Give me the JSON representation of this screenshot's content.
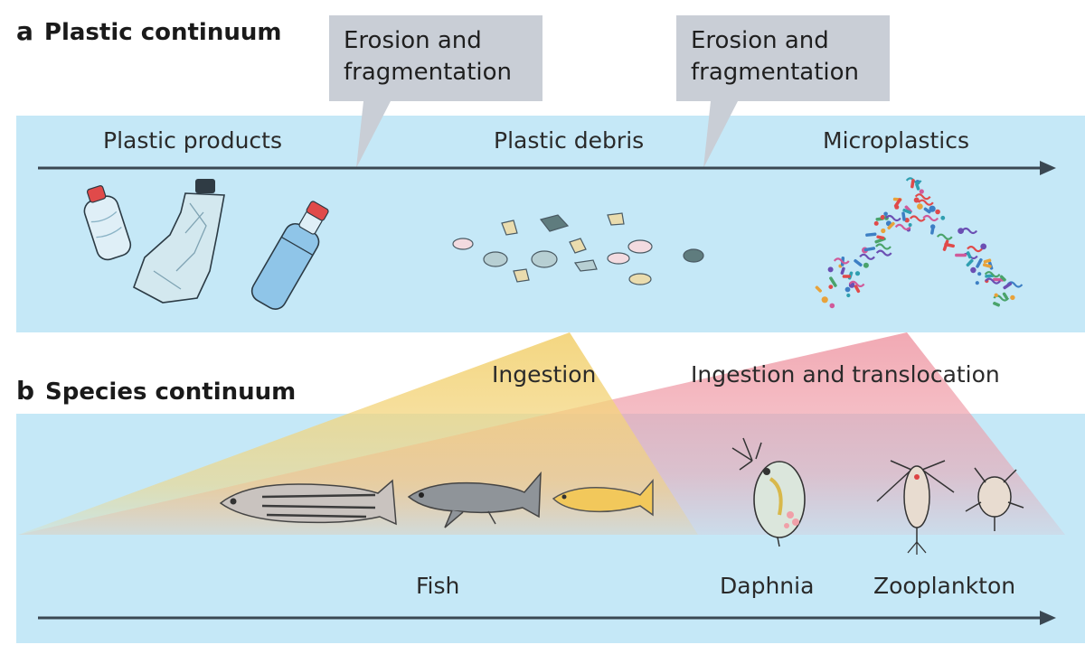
{
  "panel_a": {
    "letter": "a",
    "title": "Plastic continuum",
    "callouts": [
      "Erosion and\nfragmentation",
      "Erosion and\nfragmentation"
    ],
    "stages": [
      "Plastic products",
      "Plastic debris",
      "Microplastics"
    ]
  },
  "panel_b": {
    "letter": "b",
    "title": "Species continuum",
    "process_labels": [
      "Ingestion",
      "Ingestion and translocation"
    ],
    "groups": [
      "Fish",
      "Daphnia",
      "Zooplankton"
    ]
  },
  "colors": {
    "band": "#c5e8f7",
    "callout": "#c9ced6",
    "arrow": "#3a4752",
    "ingestion_wedge": "#f3d47a",
    "translocation_wedge": "#ef9aa6"
  }
}
